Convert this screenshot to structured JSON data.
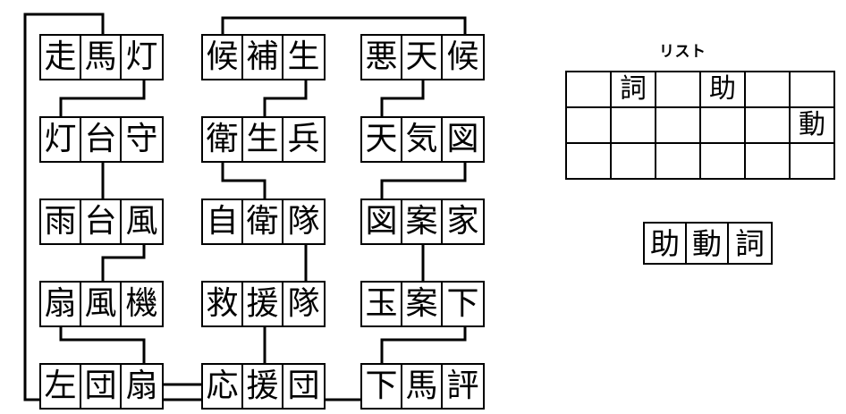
{
  "puzzle": {
    "type": "kanji-word-chain",
    "columns": [
      {
        "id": "column-1",
        "words": [
          {
            "id": "w1-1",
            "text": "走馬灯",
            "chars": [
              "走",
              "馬",
              "灯"
            ]
          },
          {
            "id": "w1-2",
            "text": "灯台守",
            "chars": [
              "灯",
              "台",
              "守"
            ]
          },
          {
            "id": "w1-3",
            "text": "雨台風",
            "chars": [
              "雨",
              "台",
              "風"
            ]
          },
          {
            "id": "w1-4",
            "text": "扇風機",
            "chars": [
              "扇",
              "風",
              "機"
            ]
          },
          {
            "id": "w1-5",
            "text": "左団扇",
            "chars": [
              "左",
              "団",
              "扇"
            ]
          }
        ]
      },
      {
        "id": "column-2",
        "words": [
          {
            "id": "w2-1",
            "text": "候補生",
            "chars": [
              "候",
              "補",
              "生"
            ]
          },
          {
            "id": "w2-2",
            "text": "衛生兵",
            "chars": [
              "衛",
              "生",
              "兵"
            ]
          },
          {
            "id": "w2-3",
            "text": "自衛隊",
            "chars": [
              "自",
              "衛",
              "隊"
            ]
          },
          {
            "id": "w2-4",
            "text": "救援隊",
            "chars": [
              "救",
              "援",
              "隊"
            ]
          },
          {
            "id": "w2-5",
            "text": "応援団",
            "chars": [
              "応",
              "援",
              "団"
            ]
          }
        ]
      },
      {
        "id": "column-3",
        "words": [
          {
            "id": "w3-1",
            "text": "悪天候",
            "chars": [
              "悪",
              "天",
              "候"
            ]
          },
          {
            "id": "w3-2",
            "text": "天気図",
            "chars": [
              "天",
              "気",
              "図"
            ]
          },
          {
            "id": "w3-3",
            "text": "図案家",
            "chars": [
              "図",
              "案",
              "家"
            ]
          },
          {
            "id": "w3-4",
            "text": "玉案下",
            "chars": [
              "玉",
              "案",
              "下"
            ]
          },
          {
            "id": "w3-5",
            "text": "下馬評",
            "chars": [
              "下",
              "馬",
              "評"
            ]
          }
        ]
      }
    ]
  },
  "list_panel": {
    "title": "リスト",
    "rows": [
      [
        "",
        "詞",
        "",
        "助",
        "",
        ""
      ],
      [
        "",
        "",
        "",
        "",
        "",
        "動"
      ],
      [
        "",
        "",
        "",
        "",
        "",
        ""
      ]
    ]
  },
  "answer": {
    "text": "助動詞",
    "chars": [
      "助",
      "動",
      "詞"
    ]
  },
  "colors": {
    "ink": "#000000",
    "paper": "#ffffff"
  }
}
